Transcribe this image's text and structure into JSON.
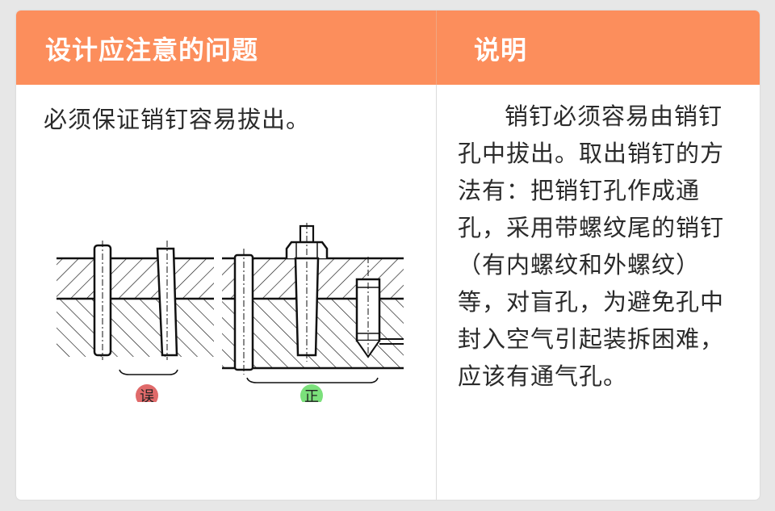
{
  "table": {
    "header_left": "设计应注意的问题",
    "header_right": "说明",
    "left_text": "必须保证销钉容易拔出。",
    "right_text": "销钉必须容易由销钉孔中拔出。取出销钉的方法有：把销钉孔作成通孔，采用带螺纹尾的销钉（有内螺纹和外螺纹）等，对盲孔，为避免孔中封入空气引起装拆困难，应该有通气孔。"
  },
  "figure": {
    "wrong_label": "误",
    "right_label": "正",
    "wrong_color": "#e06a6a",
    "right_color": "#7be07b"
  },
  "colors": {
    "header_bg": "#fc8e5c",
    "page_bg": "#e7e7e7"
  }
}
